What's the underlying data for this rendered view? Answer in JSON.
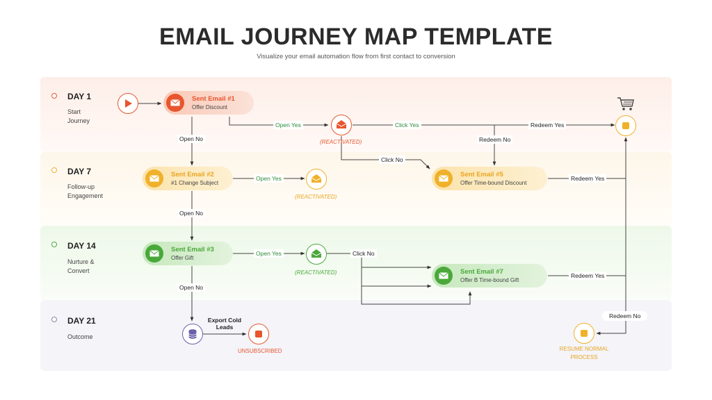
{
  "title": "EMAIL JOURNEY MAP TEMPLATE",
  "subtitle": "Visualize your email automation flow from first contact to conversion",
  "days": [
    {
      "name": "DAY 1",
      "desc": "Start Journey"
    },
    {
      "name": "DAY 7",
      "desc": "Follow-up Engagement"
    },
    {
      "name": "DAY 14",
      "desc": "Nurture & Convert"
    },
    {
      "name": "DAY 21",
      "desc": "Outcome"
    }
  ],
  "emails": {
    "e1": {
      "title": "Sent Email #1",
      "sub": "Offer Discount"
    },
    "e2": {
      "title": "Sent Email #2",
      "sub": "#1 Change Subject"
    },
    "e3": {
      "title": "Sent Email #3",
      "sub": "Offer Gift"
    },
    "e5": {
      "title": "Sent Email #5",
      "sub": "Offer Time-bound Discount"
    },
    "e7": {
      "title": "Sent Email #7",
      "sub": "Offer B Time-bound Gift"
    }
  },
  "reactivated": "(REACTIVATED)",
  "edges": {
    "open_yes": "Open Yes",
    "open_no": "Open No",
    "click_yes": "Click Yes",
    "click_no": "Click No",
    "redeem_yes": "Redeem Yes",
    "redeem_no": "Redeem No"
  },
  "outcomes": {
    "export": "Export Cold Leads",
    "unsubscribed": "UNSUBSCRIBED",
    "resume": "RESUME NORMAL PROCESS"
  },
  "icons": [
    "play-icon",
    "envelope-icon",
    "open-envelope-icon",
    "cart-icon",
    "database-icon",
    "stop-icon"
  ],
  "colors": {
    "day1": "#e8552e",
    "day7": "#f0b12a",
    "day14": "#4aa83a",
    "day21": "#6d5fa8",
    "goal": "#f0b12a"
  }
}
